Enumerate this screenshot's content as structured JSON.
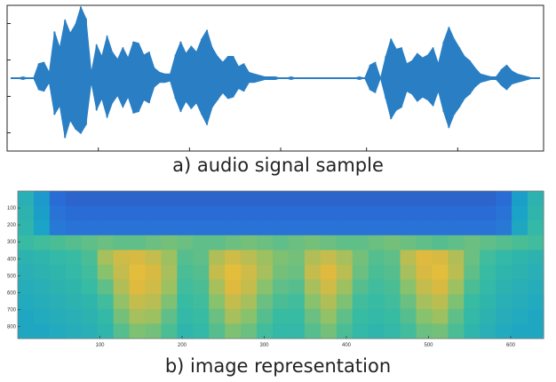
{
  "chart_data": [
    {
      "type": "line",
      "title": "",
      "xlabel": "",
      "ylabel": "",
      "grid": false,
      "ylim": [
        -1,
        1
      ],
      "x": [
        0.0,
        0.01,
        0.02,
        0.03,
        0.04,
        0.05,
        0.06,
        0.07,
        0.08,
        0.09,
        0.1,
        0.11,
        0.12,
        0.13,
        0.14,
        0.15,
        0.16,
        0.17,
        0.18,
        0.19,
        0.2,
        0.21,
        0.22,
        0.23,
        0.24,
        0.25,
        0.26,
        0.27,
        0.28,
        0.29,
        0.3,
        0.31,
        0.32,
        0.33,
        0.34,
        0.35,
        0.36,
        0.37,
        0.38,
        0.39,
        0.4,
        0.41,
        0.42,
        0.43,
        0.44,
        0.45,
        0.46,
        0.47,
        0.48,
        0.49,
        0.5,
        0.51,
        0.52,
        0.53,
        0.54,
        0.55,
        0.56,
        0.57,
        0.58,
        0.59,
        0.6,
        0.61,
        0.62,
        0.63,
        0.64,
        0.65,
        0.66,
        0.67,
        0.68,
        0.69,
        0.7,
        0.71,
        0.72,
        0.73,
        0.74,
        0.75,
        0.76,
        0.77,
        0.78,
        0.79,
        0.8,
        0.81,
        0.82,
        0.83,
        0.84,
        0.85,
        0.86,
        0.87,
        0.88,
        0.89,
        0.9,
        0.91,
        0.92,
        0.93,
        0.94,
        0.95,
        0.96,
        0.97,
        0.98,
        0.99,
        1.0
      ],
      "series": [
        {
          "color": "#2a7fc4",
          "upper": [
            0.0,
            0.0,
            0.02,
            0.0,
            0.0,
            0.2,
            0.22,
            0.08,
            0.64,
            0.42,
            0.8,
            0.62,
            0.74,
            0.98,
            0.82,
            0.08,
            0.46,
            0.3,
            0.58,
            0.36,
            0.26,
            0.42,
            0.28,
            0.5,
            0.48,
            0.32,
            0.36,
            0.14,
            0.08,
            0.06,
            0.06,
            0.32,
            0.5,
            0.34,
            0.44,
            0.36,
            0.54,
            0.66,
            0.42,
            0.3,
            0.22,
            0.3,
            0.3,
            0.16,
            0.2,
            0.08,
            0.06,
            0.04,
            0.02,
            0.02,
            0.02,
            0.0,
            0.0,
            0.02,
            0.0,
            0.0,
            0.0,
            0.0,
            0.0,
            0.0,
            0.0,
            0.0,
            0.0,
            0.0,
            0.0,
            0.0,
            0.02,
            0.0,
            0.18,
            0.22,
            0.0,
            0.3,
            0.54,
            0.4,
            0.42,
            0.2,
            0.24,
            0.34,
            0.28,
            0.32,
            0.42,
            0.2,
            0.5,
            0.7,
            0.54,
            0.42,
            0.3,
            0.24,
            0.14,
            0.06,
            0.04,
            0.02,
            0.02,
            0.12,
            0.18,
            0.1,
            0.06,
            0.04,
            0.02,
            0.0,
            0.0
          ],
          "lower": [
            0.0,
            0.0,
            -0.02,
            0.0,
            0.0,
            -0.16,
            -0.18,
            -0.06,
            -0.5,
            -0.38,
            -0.82,
            -0.58,
            -0.7,
            -0.76,
            -0.64,
            -0.06,
            -0.44,
            -0.28,
            -0.54,
            -0.34,
            -0.24,
            -0.4,
            -0.26,
            -0.48,
            -0.46,
            -0.3,
            -0.34,
            -0.12,
            -0.06,
            -0.06,
            -0.04,
            -0.28,
            -0.46,
            -0.32,
            -0.42,
            -0.34,
            -0.5,
            -0.64,
            -0.4,
            -0.3,
            -0.2,
            -0.28,
            -0.26,
            -0.14,
            -0.18,
            -0.06,
            -0.06,
            -0.04,
            -0.02,
            -0.02,
            -0.02,
            0.0,
            0.0,
            -0.02,
            0.0,
            0.0,
            0.0,
            0.0,
            0.0,
            0.0,
            0.0,
            0.0,
            0.0,
            0.0,
            0.0,
            0.0,
            -0.02,
            0.0,
            -0.16,
            -0.2,
            0.0,
            -0.28,
            -0.56,
            -0.44,
            -0.4,
            -0.18,
            -0.22,
            -0.32,
            -0.26,
            -0.3,
            -0.38,
            -0.18,
            -0.46,
            -0.68,
            -0.5,
            -0.4,
            -0.28,
            -0.22,
            -0.12,
            -0.06,
            -0.04,
            -0.02,
            -0.02,
            -0.1,
            -0.16,
            -0.08,
            -0.06,
            -0.04,
            -0.02,
            0.0,
            0.0
          ]
        }
      ]
    },
    {
      "type": "heatmap",
      "title": "",
      "xlabel": "",
      "ylabel": "",
      "x_ticks": [
        "100",
        "200",
        "300",
        "400",
        "500",
        "600"
      ],
      "y_ticks": [
        "100",
        "200",
        "300",
        "400",
        "500",
        "600",
        "700",
        "800"
      ],
      "xlim": [
        0,
        640
      ],
      "ylim": [
        870,
        0
      ],
      "colormap": "parula",
      "colors": [
        "#352a87",
        "#2a6fd8",
        "#1aa3c8",
        "#37bba3",
        "#8cc26a",
        "#dfb93f",
        "#f9d92a"
      ],
      "values": [
        [
          0.42,
          0.3,
          0.16,
          0.14,
          0.14,
          0.14,
          0.14,
          0.14,
          0.14,
          0.14,
          0.14,
          0.14,
          0.14,
          0.14,
          0.14,
          0.14,
          0.14,
          0.14,
          0.14,
          0.14,
          0.14,
          0.14,
          0.14,
          0.14,
          0.14,
          0.14,
          0.14,
          0.14,
          0.14,
          0.14,
          0.16,
          0.32,
          0.44
        ],
        [
          0.44,
          0.32,
          0.18,
          0.16,
          0.16,
          0.16,
          0.16,
          0.16,
          0.16,
          0.16,
          0.16,
          0.16,
          0.16,
          0.16,
          0.16,
          0.16,
          0.16,
          0.16,
          0.16,
          0.16,
          0.16,
          0.16,
          0.16,
          0.16,
          0.16,
          0.16,
          0.16,
          0.16,
          0.16,
          0.16,
          0.18,
          0.34,
          0.46
        ],
        [
          0.46,
          0.34,
          0.2,
          0.18,
          0.18,
          0.18,
          0.18,
          0.18,
          0.18,
          0.18,
          0.18,
          0.18,
          0.18,
          0.18,
          0.18,
          0.18,
          0.18,
          0.18,
          0.18,
          0.18,
          0.18,
          0.18,
          0.18,
          0.18,
          0.18,
          0.18,
          0.18,
          0.18,
          0.18,
          0.18,
          0.2,
          0.36,
          0.48
        ],
        [
          0.5,
          0.52,
          0.54,
          0.56,
          0.58,
          0.6,
          0.58,
          0.58,
          0.6,
          0.62,
          0.6,
          0.58,
          0.58,
          0.6,
          0.62,
          0.6,
          0.58,
          0.6,
          0.62,
          0.6,
          0.58,
          0.58,
          0.6,
          0.62,
          0.6,
          0.58,
          0.56,
          0.58,
          0.6,
          0.58,
          0.56,
          0.54,
          0.52
        ],
        [
          0.44,
          0.46,
          0.48,
          0.5,
          0.54,
          0.72,
          0.8,
          0.82,
          0.78,
          0.7,
          0.56,
          0.58,
          0.74,
          0.8,
          0.76,
          0.7,
          0.64,
          0.62,
          0.74,
          0.78,
          0.72,
          0.62,
          0.56,
          0.58,
          0.76,
          0.84,
          0.82,
          0.74,
          0.6,
          0.52,
          0.48,
          0.46,
          0.44
        ],
        [
          0.42,
          0.44,
          0.46,
          0.48,
          0.52,
          0.66,
          0.78,
          0.86,
          0.82,
          0.72,
          0.54,
          0.56,
          0.78,
          0.86,
          0.8,
          0.72,
          0.62,
          0.6,
          0.78,
          0.84,
          0.76,
          0.6,
          0.54,
          0.56,
          0.72,
          0.82,
          0.86,
          0.76,
          0.58,
          0.5,
          0.46,
          0.44,
          0.42
        ],
        [
          0.4,
          0.42,
          0.44,
          0.46,
          0.5,
          0.58,
          0.74,
          0.84,
          0.8,
          0.7,
          0.52,
          0.54,
          0.72,
          0.84,
          0.78,
          0.66,
          0.58,
          0.56,
          0.72,
          0.8,
          0.7,
          0.56,
          0.52,
          0.54,
          0.66,
          0.78,
          0.82,
          0.7,
          0.54,
          0.48,
          0.44,
          0.42,
          0.4
        ],
        [
          0.38,
          0.4,
          0.42,
          0.44,
          0.46,
          0.52,
          0.68,
          0.78,
          0.76,
          0.64,
          0.5,
          0.52,
          0.66,
          0.78,
          0.72,
          0.6,
          0.54,
          0.52,
          0.66,
          0.74,
          0.64,
          0.52,
          0.5,
          0.52,
          0.6,
          0.72,
          0.76,
          0.64,
          0.5,
          0.46,
          0.42,
          0.4,
          0.38
        ],
        [
          0.36,
          0.38,
          0.4,
          0.42,
          0.44,
          0.48,
          0.62,
          0.72,
          0.7,
          0.58,
          0.48,
          0.5,
          0.6,
          0.72,
          0.66,
          0.56,
          0.5,
          0.5,
          0.6,
          0.68,
          0.58,
          0.5,
          0.48,
          0.5,
          0.56,
          0.66,
          0.7,
          0.58,
          0.48,
          0.44,
          0.4,
          0.38,
          0.36
        ],
        [
          0.36,
          0.36,
          0.38,
          0.4,
          0.42,
          0.46,
          0.56,
          0.64,
          0.62,
          0.54,
          0.46,
          0.48,
          0.56,
          0.64,
          0.6,
          0.52,
          0.48,
          0.48,
          0.56,
          0.62,
          0.54,
          0.48,
          0.46,
          0.48,
          0.52,
          0.6,
          0.62,
          0.54,
          0.46,
          0.42,
          0.38,
          0.36,
          0.36
        ]
      ]
    }
  ],
  "captions": {
    "audio": "a) audio signal sample",
    "image": "b) image representation"
  }
}
